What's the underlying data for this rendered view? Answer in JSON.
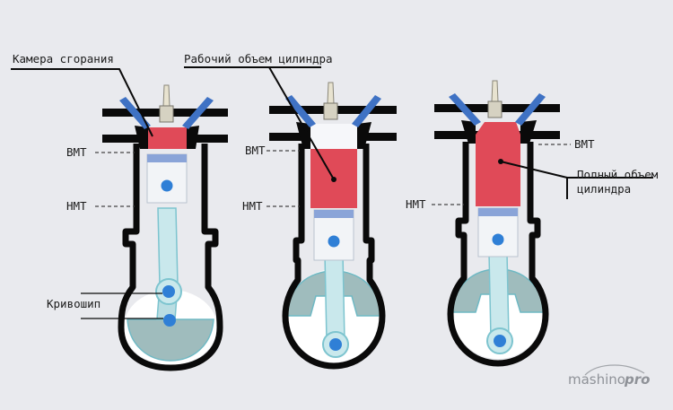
{
  "labels": {
    "combustion_chamber": "Камера сгорания",
    "working_volume": "Рабочий объем цилиндра",
    "tdc": "ВМТ",
    "bdc": "НМТ",
    "crank_pin": "Кривошип",
    "full_volume_line1": "Полный объем",
    "full_volume_line2": "цилиндра"
  },
  "watermark": {
    "part1": "mashino",
    "part2": "pro"
  },
  "colors": {
    "background": "#e9eaee",
    "outline": "#0a0a0a",
    "gas": "#e04a58",
    "piston": "#f2f4f7",
    "piston_ring": "#8aa4d8",
    "pin": "#2f7fd6",
    "rod": "#c9e8ec",
    "crank": "#9fbcbd",
    "valve": "#3f72c4"
  }
}
